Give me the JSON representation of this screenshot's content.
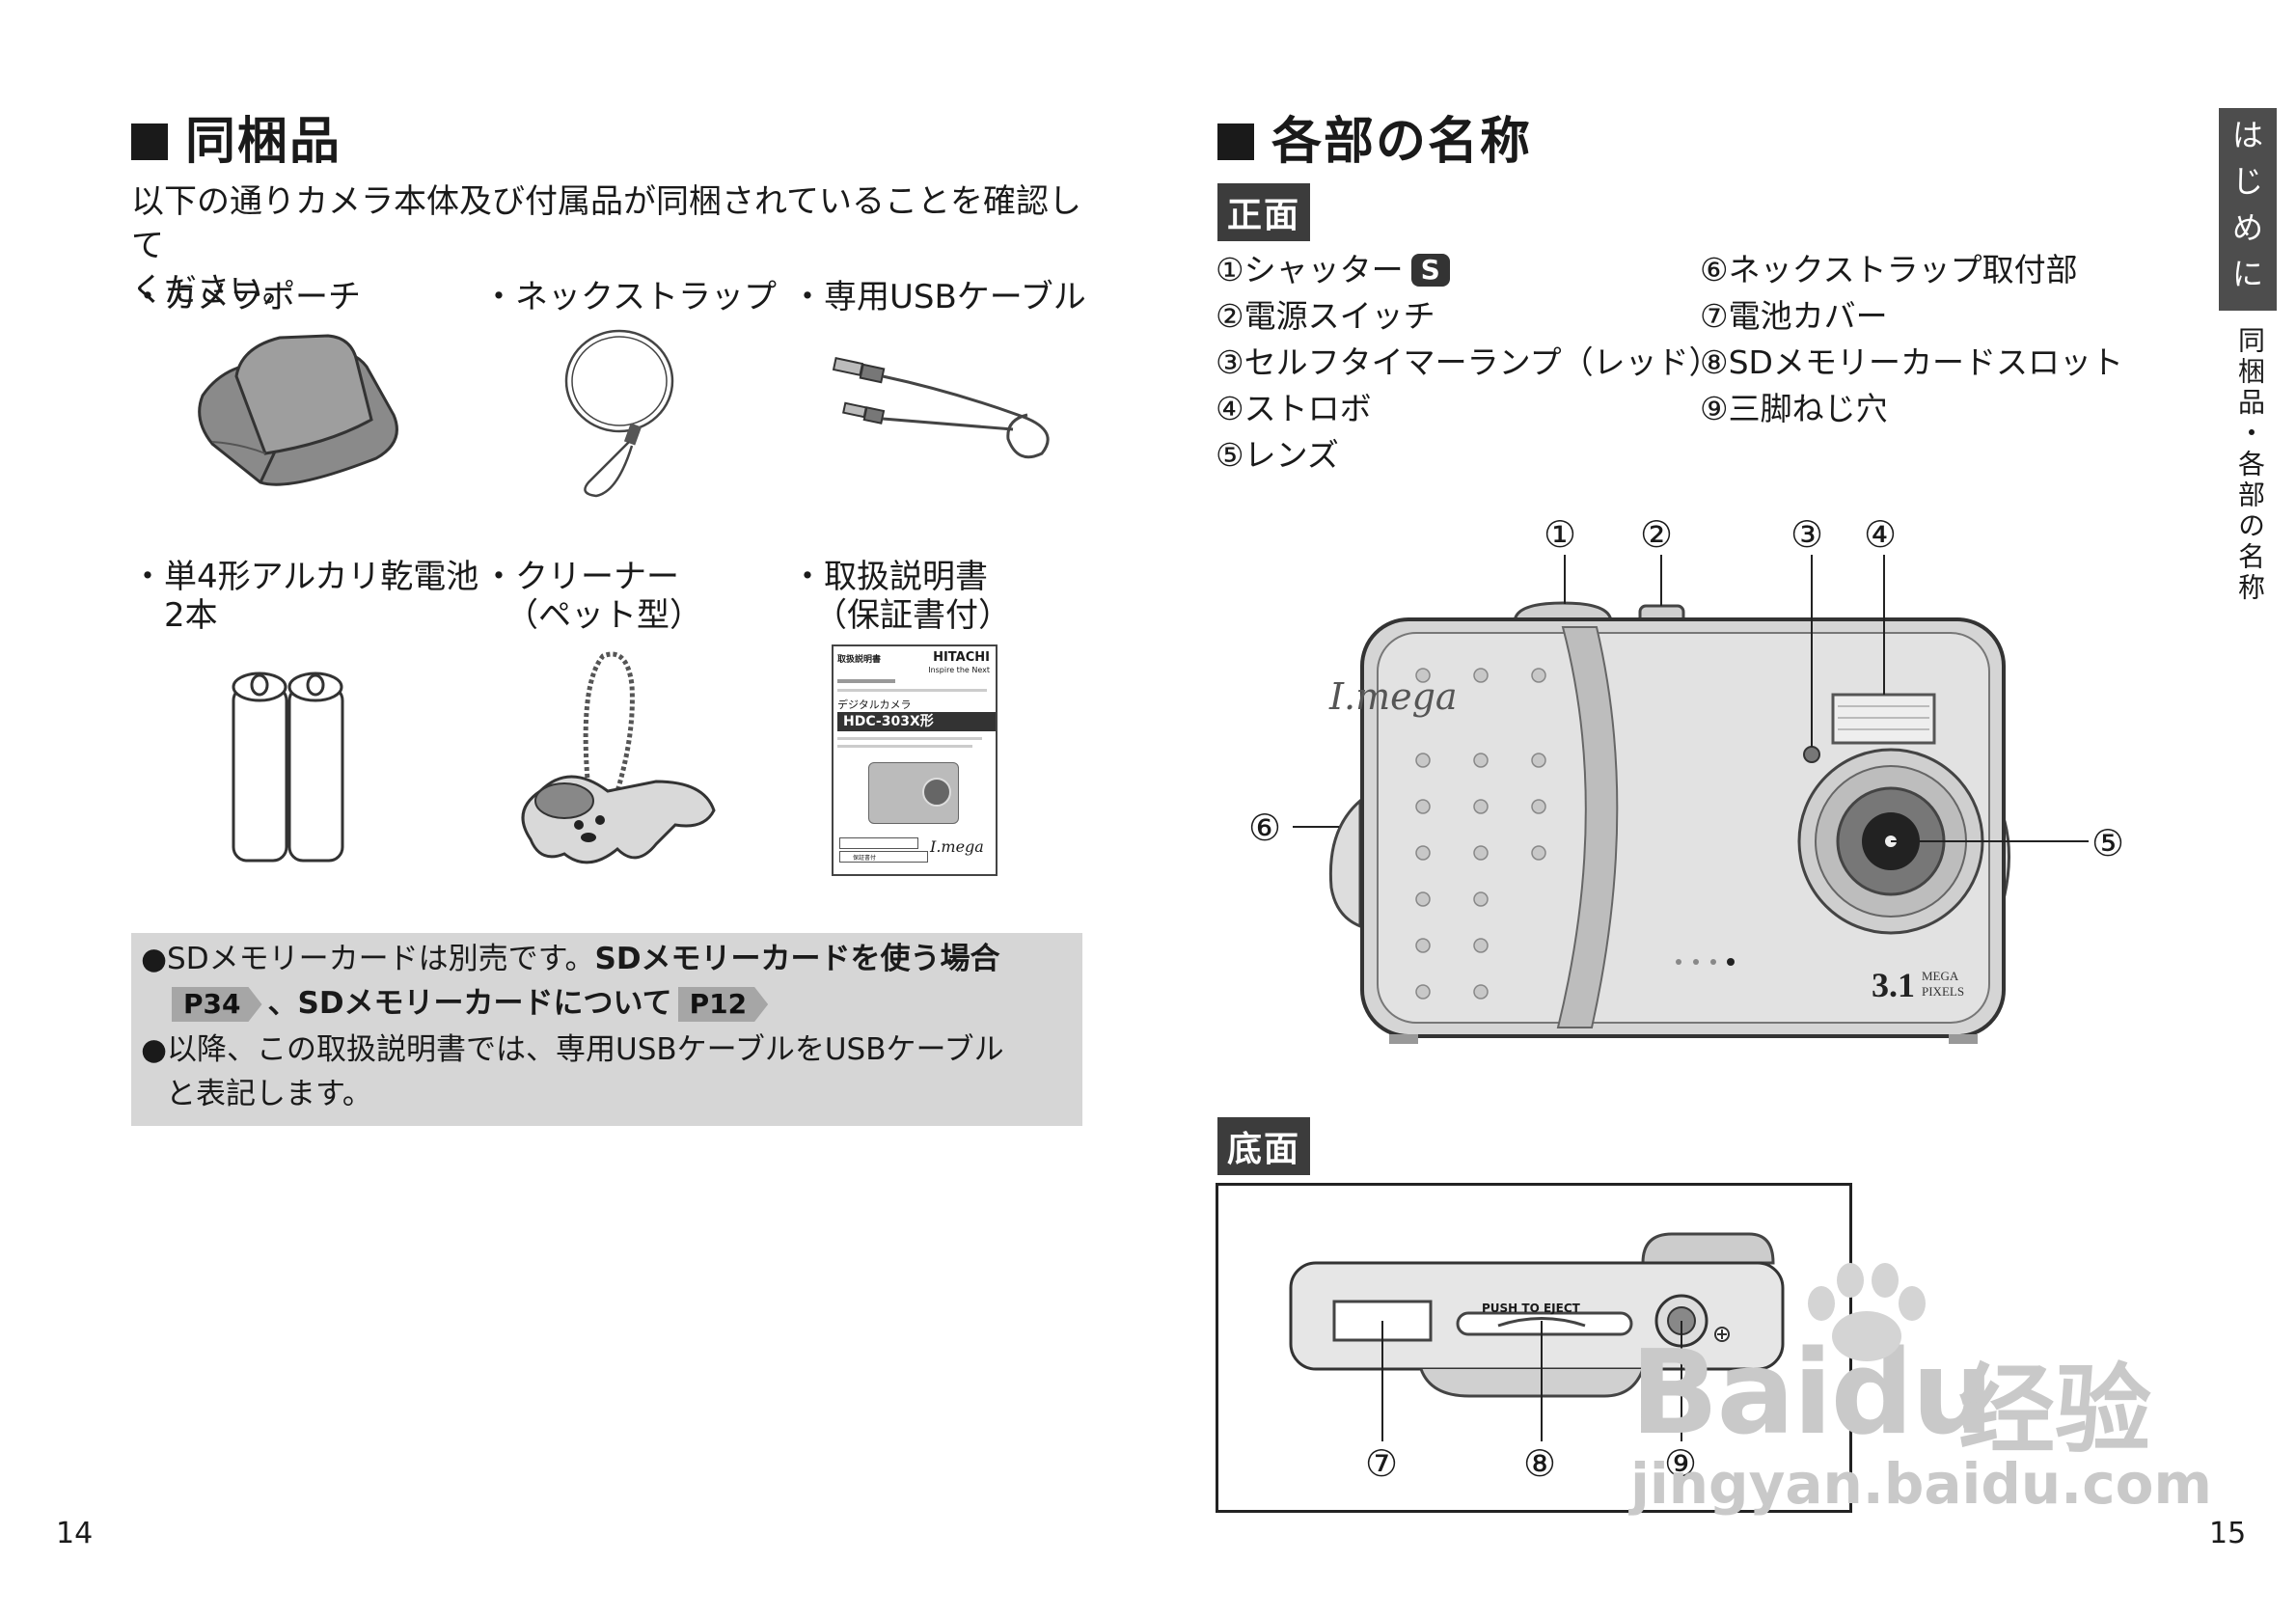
{
  "left": {
    "heading": "同梱品",
    "intro_line1": "以下の通りカメラ本体及び付属品が同梱されていることを確認して",
    "intro_line2": "ください。",
    "items_row1": [
      "・カメラポーチ",
      "・ネックストラップ",
      "・専用USBケーブル"
    ],
    "items_row2": [
      {
        "line1": "・単4形アルカリ乾電池",
        "line2": "2本"
      },
      {
        "line1": "・クリーナー",
        "line2": "（ペット型）"
      },
      {
        "line1": "・取扱説明書",
        "line2": "（保証書付）"
      }
    ],
    "manual": {
      "title": "取扱説明書",
      "brand": "HITACHI",
      "slogan": "Inspire the Next",
      "category": "デジタルカメラ",
      "model": "HDC-303X形",
      "logo": "I.mega",
      "warranty": "保証書付"
    },
    "note": {
      "bullet1_plain": "●SDメモリーカードは別売です。",
      "bullet1_bold": "SDメモリーカードを使う場合",
      "ref1": "P34",
      "sep": "、",
      "bullet1_bold2": "SDメモリーカードについて",
      "ref2": "P12",
      "bullet2_line1": "●以降、この取扱説明書では、専用USBケーブルをUSBケーブル",
      "bullet2_line2": "と表記します。"
    },
    "page_number": "14"
  },
  "right": {
    "heading": "各部の名称",
    "front_label": "正面",
    "parts_left": [
      "①シャッター",
      "②電源スイッチ",
      "③セルフタイマーランプ（レッド）",
      "④ストロボ",
      "⑤レンズ"
    ],
    "shutter_badge": "S",
    "parts_right": [
      "⑥ネックストラップ取付部",
      "⑦電池カバー",
      "⑧SDメモリーカードスロット",
      "⑨三脚ねじ穴"
    ],
    "callouts": [
      "①",
      "②",
      "③",
      "④",
      "⑤",
      "⑥",
      "⑦",
      "⑧",
      "⑨"
    ],
    "camera": {
      "logo": "I.mega",
      "mp": "3.1",
      "mega": "MEGA",
      "pixels": "PIXELS"
    },
    "bottom_label": "底面",
    "bottom_text": "PUSH TO EJECT",
    "page_number": "15"
  },
  "sidebar": {
    "tab": [
      "は",
      "じ",
      "め",
      "に"
    ],
    "section": "同梱品・各部の名称"
  },
  "watermark": {
    "brand": "Baidu",
    "cn": "经验",
    "url": "jingyan.baidu.com"
  }
}
